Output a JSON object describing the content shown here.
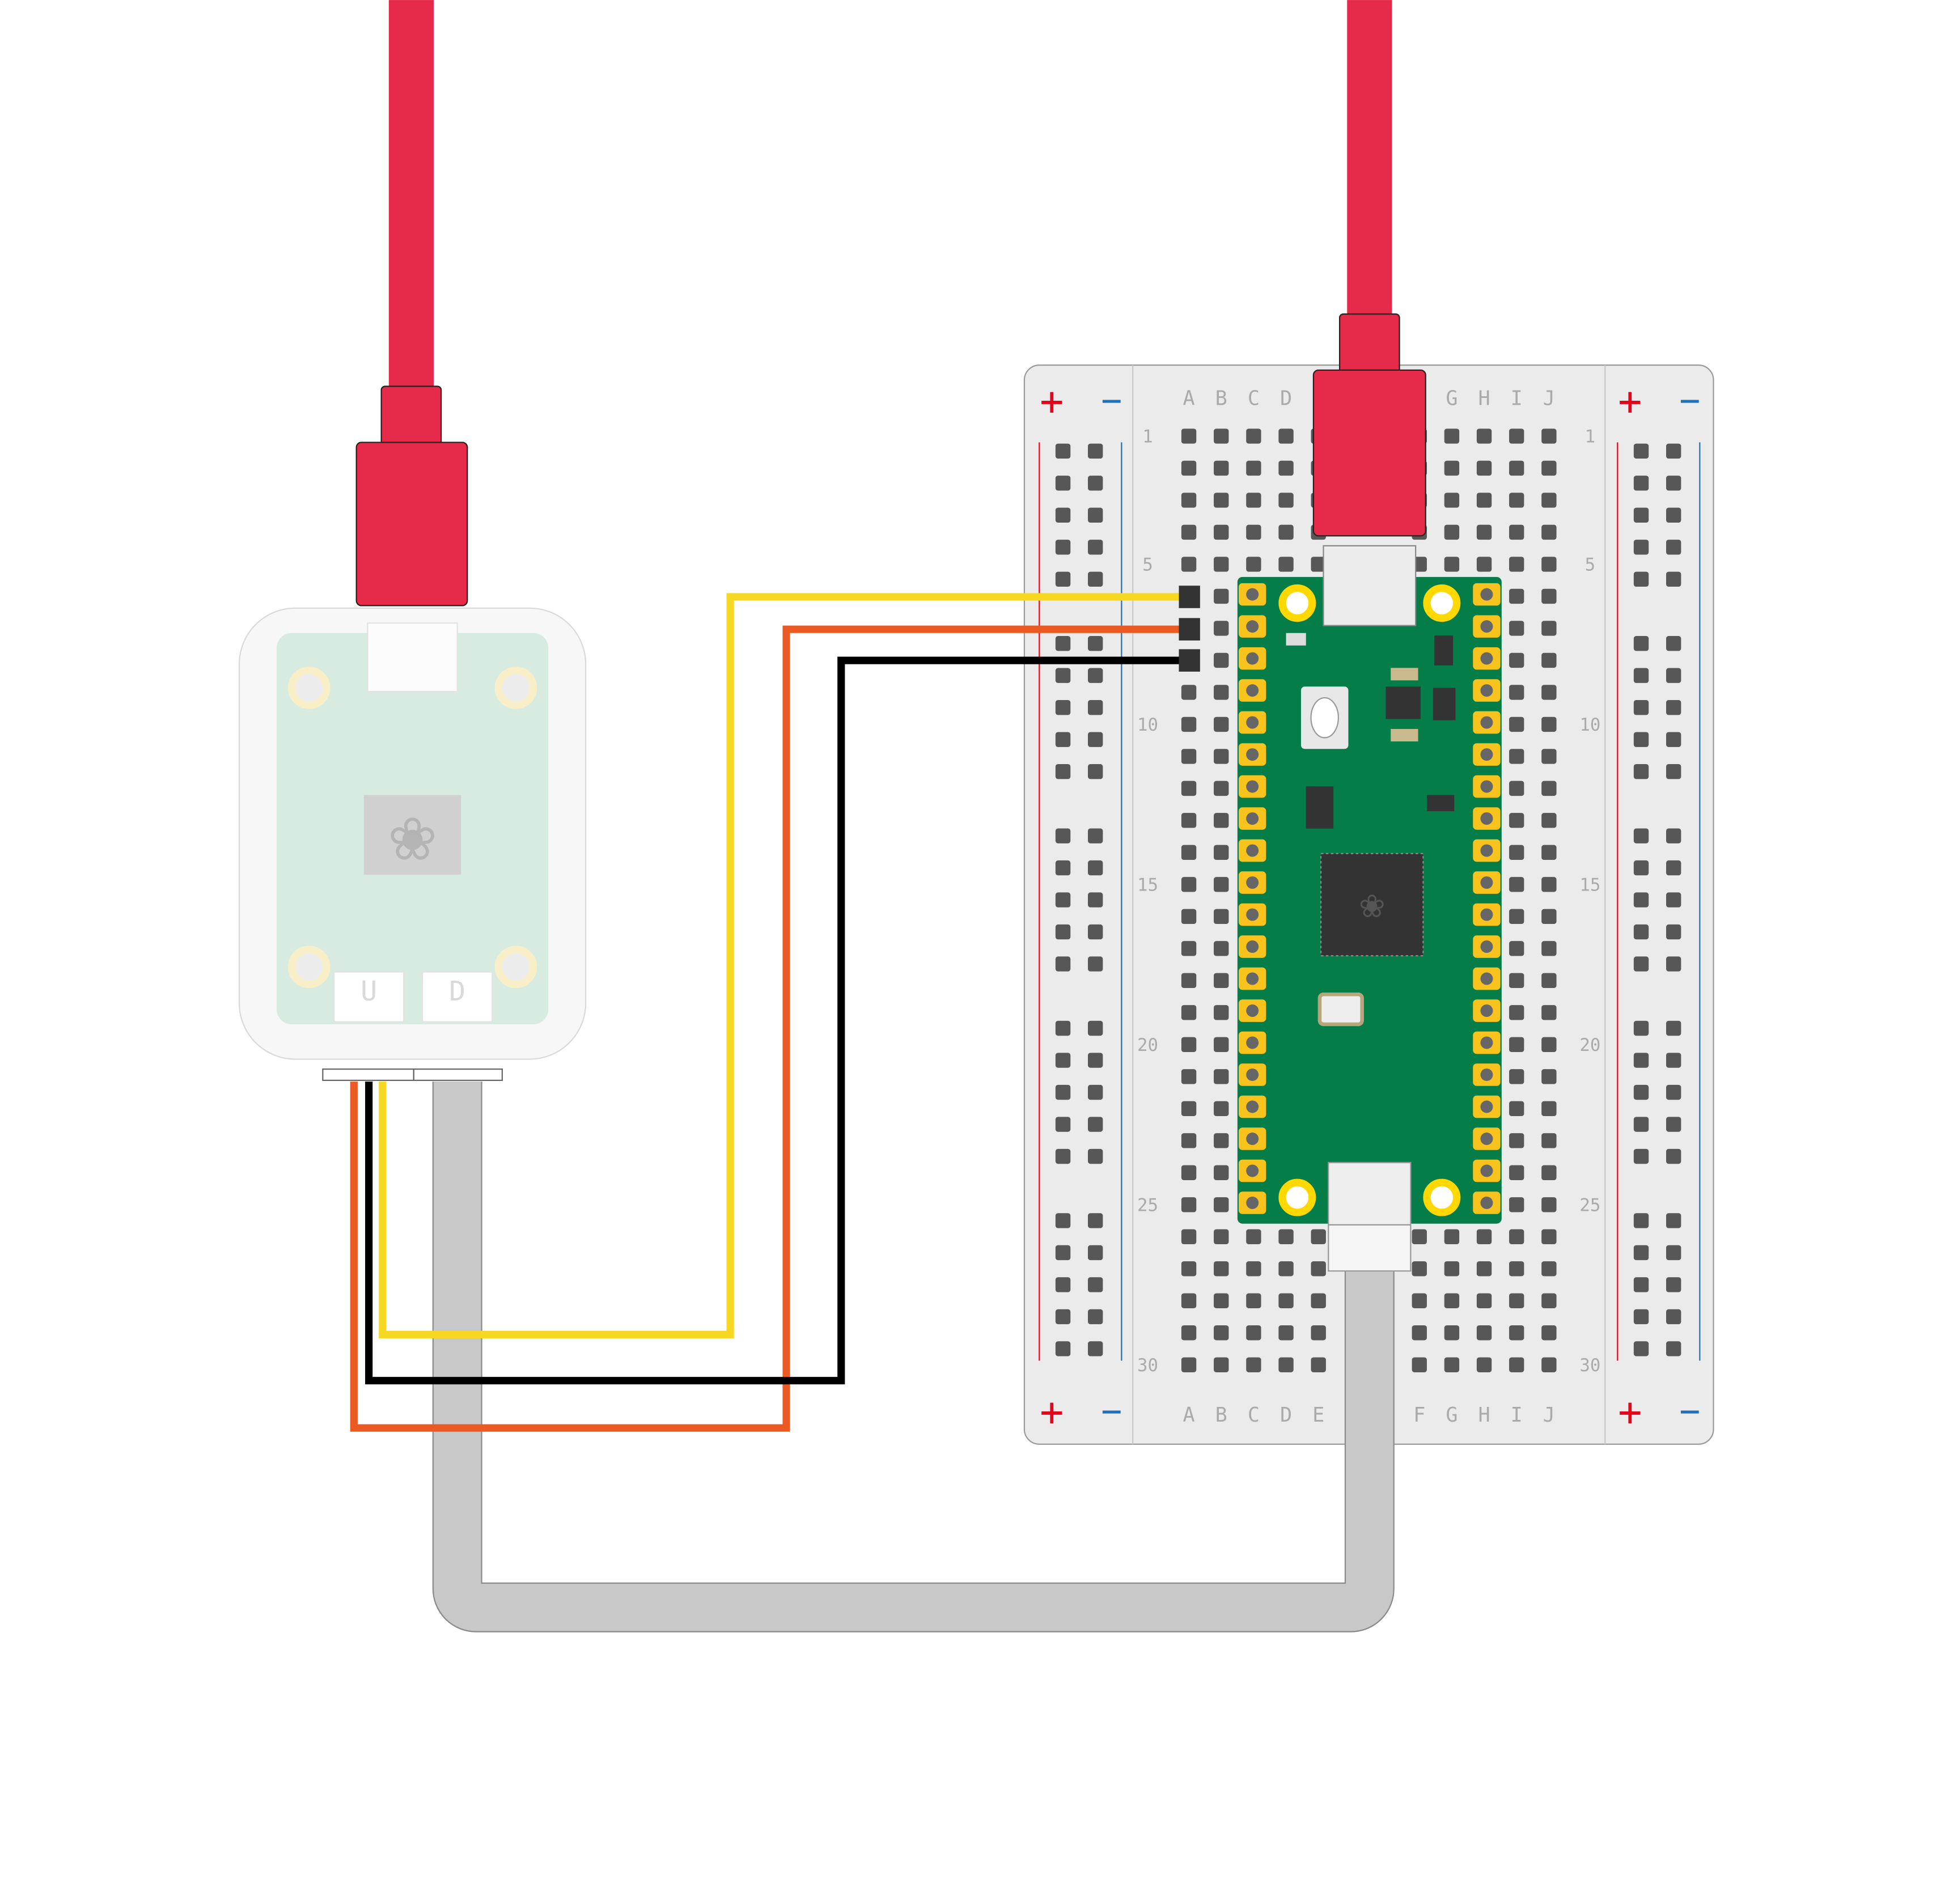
{
  "breadboard": {
    "columns_left": [
      "A",
      "B",
      "C",
      "D",
      "E"
    ],
    "columns_right": [
      "F",
      "G",
      "H",
      "I",
      "J"
    ],
    "row_labels": [
      "1",
      "5",
      "10",
      "15",
      "20",
      "25",
      "30"
    ],
    "rail_plus": "+",
    "rail_minus": "−"
  },
  "debug_probe": {
    "port_u": "U",
    "port_d": "D"
  },
  "colors": {
    "usb_cable": "#e52a4a",
    "wire_yellow": "#f6d722",
    "wire_orange": "#ec5a24",
    "wire_black": "#000000",
    "debug_cable": "#c8c8c8",
    "pico_pcb": "#047d49",
    "pico_pads": "#f8c31c",
    "rail_plus": "#e3061b",
    "rail_minus": "#1f6fb9",
    "breadboard": "#ebebeb"
  }
}
